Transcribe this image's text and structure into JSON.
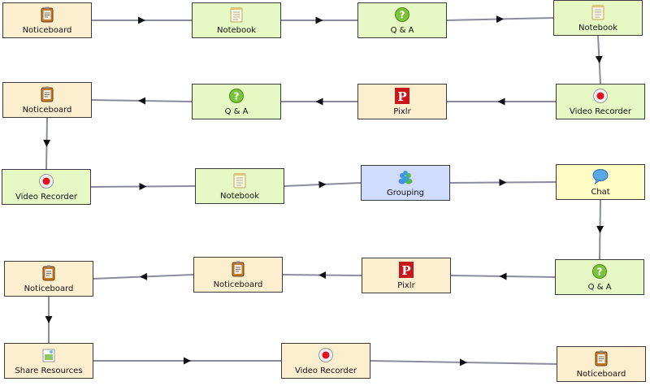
{
  "colors": {
    "orange_box": "#fcefd0",
    "green_box": "#e6f8c4",
    "blue_box": "#cfdcfb",
    "yellow_box": "#fdfcc4",
    "connector": "#8a8c9e",
    "arrow": "#111111"
  },
  "activities": [
    {
      "label": "Noticeboard",
      "icon": "noticeboard-icon",
      "fill": "orange"
    },
    {
      "label": "Notebook",
      "icon": "notebook-icon",
      "fill": "green"
    },
    {
      "label": "Q & A",
      "icon": "qa-icon",
      "fill": "green"
    },
    {
      "label": "Notebook",
      "icon": "notebook-icon",
      "fill": "green"
    },
    {
      "label": "Video Recorder",
      "icon": "video-recorder-icon",
      "fill": "green"
    },
    {
      "label": "Pixlr",
      "icon": "pixlr-icon",
      "fill": "orange"
    },
    {
      "label": "Q & A",
      "icon": "qa-icon",
      "fill": "green"
    },
    {
      "label": "Noticeboard",
      "icon": "noticeboard-icon",
      "fill": "orange"
    },
    {
      "label": "Video Recorder",
      "icon": "video-recorder-icon",
      "fill": "green"
    },
    {
      "label": "Notebook",
      "icon": "notebook-icon",
      "fill": "green"
    },
    {
      "label": "Grouping",
      "icon": "grouping-icon",
      "fill": "blue"
    },
    {
      "label": "Chat",
      "icon": "chat-icon",
      "fill": "yellow"
    },
    {
      "label": "Q & A",
      "icon": "qa-icon",
      "fill": "green"
    },
    {
      "label": "Pixlr",
      "icon": "pixlr-icon",
      "fill": "orange"
    },
    {
      "label": "Noticeboard",
      "icon": "noticeboard-icon",
      "fill": "orange"
    },
    {
      "label": "Noticeboard",
      "icon": "noticeboard-icon",
      "fill": "orange"
    },
    {
      "label": "Share Resources",
      "icon": "share-resources-icon",
      "fill": "orange"
    },
    {
      "label": "Video Recorder",
      "icon": "video-recorder-icon",
      "fill": "orange"
    },
    {
      "label": "Noticeboard",
      "icon": "noticeboard-icon",
      "fill": "orange"
    }
  ]
}
